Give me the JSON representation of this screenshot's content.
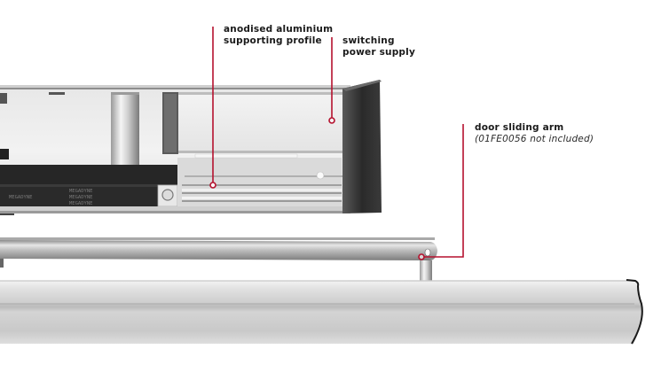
{
  "colors": {
    "callout": "#b5112e",
    "background": "#ffffff",
    "text": "#1a1a1a"
  },
  "callouts": [
    {
      "id": "profile",
      "lines": [
        "anodised aluminium",
        "supporting profile"
      ],
      "subtitle": null
    },
    {
      "id": "power",
      "lines": [
        "switching",
        "power supply"
      ],
      "subtitle": null
    },
    {
      "id": "arm",
      "lines": [
        "door sliding arm"
      ],
      "subtitle": "(01FE0056 not included)"
    }
  ],
  "belt_marking": "MEGADYNE"
}
